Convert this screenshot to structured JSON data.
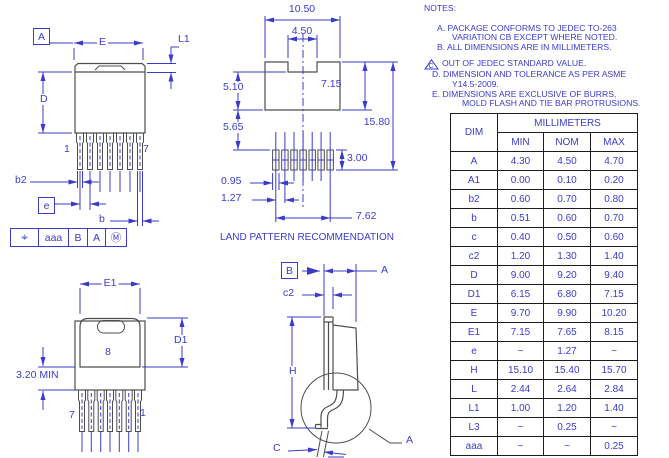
{
  "colors": {
    "dimension_blue": "#3b3bc9",
    "outline_gray": "#4d4d4d",
    "table_border": "#1c1c1c"
  },
  "front_view": {
    "datum_a": "A",
    "dim_e": "E",
    "dim_l1": "L1",
    "dim_d": "D",
    "pin_first": "1",
    "pin_last": "7",
    "dim_b2": "b2",
    "datum_e": "e",
    "dim_b": "b",
    "fcf_position": "⌖",
    "fcf_tolerance": "aaa",
    "fcf_datum_1": "B",
    "fcf_datum_2": "A",
    "fcf_modifier": "Ⓜ"
  },
  "land_pattern": {
    "title": "LAND PATTERN RECOMMENDATION",
    "overall_width": "10.50",
    "notch_width": "4.50",
    "body_height": "7.15",
    "overall_height": "15.80",
    "upper_height": "5.10",
    "gap_height": "5.65",
    "pad_height": "3.00",
    "pad_width": "0.95",
    "pad_pitch": "1.27",
    "pad_span": "7.62"
  },
  "back_view": {
    "dim_e1": "E1",
    "dim_d1": "D1",
    "tab_exposure": "3.20 MIN",
    "pad_number": "8",
    "pin_left": "7",
    "pin_right": "1"
  },
  "side_view": {
    "datum_b": "B",
    "dim_a": "A",
    "dim_c2": "c2",
    "dim_h": "H",
    "dim_c": "C",
    "detail_ref": "A"
  },
  "notes": {
    "heading": "NOTES:",
    "a1": "A. PACKAGE CONFORMS TO JEDEC TO-263",
    "a2": "VARIATION CB EXCEPT WHERE NOTED.",
    "b": "B. ALL DIMENSIONS ARE IN MILLIMETERS.",
    "c_flag": "C",
    "c": "OUT OF JEDEC STANDARD VALUE.",
    "d1": "D. DIMENSION AND TOLERANCE AS PER ASME",
    "d2": "Y14.5-2009.",
    "e1": "E. DIMENSIONS ARE EXCLUSIVE OF BURRS,",
    "e2": "MOLD FLASH AND TIE BAR PROTRUSIONS."
  },
  "table": {
    "col_dim": "DIM",
    "col_group": "MILLIMETERS",
    "col_min": "MIN",
    "col_nom": "NOM",
    "col_max": "MAX",
    "rows": [
      {
        "dim": "A",
        "min": "4.30",
        "nom": "4.50",
        "max": "4.70"
      },
      {
        "dim": "A1",
        "min": "0.00",
        "nom": "0.10",
        "max": "0.20"
      },
      {
        "dim": "b2",
        "min": "0.60",
        "nom": "0.70",
        "max": "0.80"
      },
      {
        "dim": "b",
        "min": "0.51",
        "nom": "0.60",
        "max": "0.70"
      },
      {
        "dim": "c",
        "min": "0.40",
        "nom": "0.50",
        "max": "0.60"
      },
      {
        "dim": "c2",
        "min": "1.20",
        "nom": "1.30",
        "max": "1.40"
      },
      {
        "dim": "D",
        "min": "9.00",
        "nom": "9.20",
        "max": "9.40"
      },
      {
        "dim": "D1",
        "min": "6.15",
        "nom": "6.80",
        "max": "7.15"
      },
      {
        "dim": "E",
        "min": "9.70",
        "nom": "9.90",
        "max": "10.20"
      },
      {
        "dim": "E1",
        "min": "7.15",
        "nom": "7.65",
        "max": "8.15"
      },
      {
        "dim": "e",
        "min": "~",
        "nom": "1.27",
        "max": "~"
      },
      {
        "dim": "H",
        "min": "15.10",
        "nom": "15.40",
        "max": "15.70"
      },
      {
        "dim": "L",
        "min": "2.44",
        "nom": "2.64",
        "max": "2.84"
      },
      {
        "dim": "L1",
        "min": "1.00",
        "nom": "1.20",
        "max": "1.40"
      },
      {
        "dim": "L3",
        "min": "~",
        "nom": "0.25",
        "max": "~"
      },
      {
        "dim": "aaa",
        "min": "~",
        "nom": "~",
        "max": "0.25"
      }
    ]
  }
}
